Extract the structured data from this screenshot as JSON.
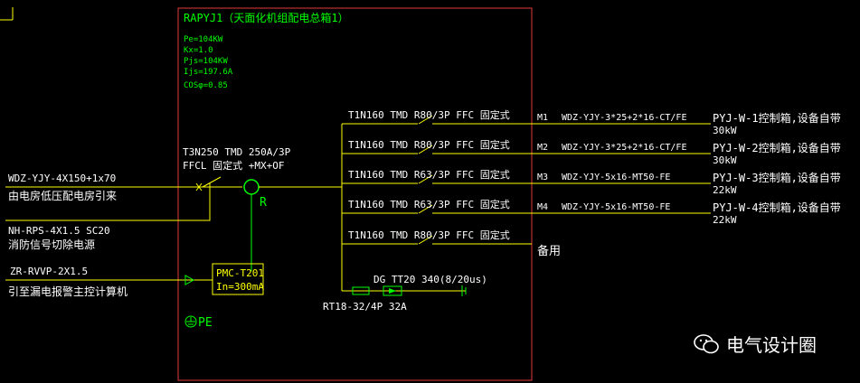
{
  "colors": {
    "line": "#ffff00",
    "box": "#e23a3a",
    "green": "#00ff00",
    "white": "#ffffff"
  },
  "panel": {
    "title": "RAPYJ1（天面化机组配电总箱1）",
    "params": [
      "Pe=104KW",
      "Kx=1.0",
      "Pjs=104KW",
      "Ijs=197.6A",
      "COSφ=0.85"
    ]
  },
  "main_breaker": {
    "line1": "T3N250 TMD 250A/3P",
    "line2": "FFCL 固定式 +MX+OF"
  },
  "ct_label": "R",
  "incoming": {
    "cable": "WDZ-YJY-4X150+1x70",
    "desc": "由电房低压配电房引来"
  },
  "fire": {
    "cable": "NH-RPS-4X1.5 SC20",
    "desc": "消防信号切除电源"
  },
  "leak": {
    "cable": "ZR-RVVP-2X1.5",
    "desc": "引至漏电报警主控计算机",
    "module_line1": "PMC-T201",
    "module_line2": "In=300mA"
  },
  "pe_label": "PE",
  "spd": {
    "label": "DG TT20 340(8/20us)",
    "fuse": "RT18-32/4P 32A"
  },
  "branches": [
    {
      "breaker": "T1N160 TMD R80/3P FFC 固定式",
      "id": "M1",
      "cable": "WDZ-YJY-3*25+2*16-CT/FE",
      "dest": "PYJ-W-1控制箱,设备自带",
      "power": "30kW"
    },
    {
      "breaker": "T1N160 TMD R80/3P FFC 固定式",
      "id": "M2",
      "cable": "WDZ-YJY-3*25+2*16-CT/FE",
      "dest": "PYJ-W-2控制箱,设备自带",
      "power": "30kW"
    },
    {
      "breaker": "T1N160 TMD R63/3P FFC 固定式",
      "id": "M3",
      "cable": "WDZ-YJY-5x16-MT50-FE",
      "dest": "PYJ-W-3控制箱,设备自带",
      "power": "22kW"
    },
    {
      "breaker": "T1N160 TMD R63/3P FFC 固定式",
      "id": "M4",
      "cable": "WDZ-YJY-5x16-MT50-FE",
      "dest": "PYJ-W-4控制箱,设备自带",
      "power": "22kW"
    },
    {
      "breaker": "T1N160 TMD R80/3P FFC 固定式",
      "id": "",
      "cable": "",
      "dest": "备用",
      "power": ""
    }
  ],
  "watermark": "电气设计圈"
}
